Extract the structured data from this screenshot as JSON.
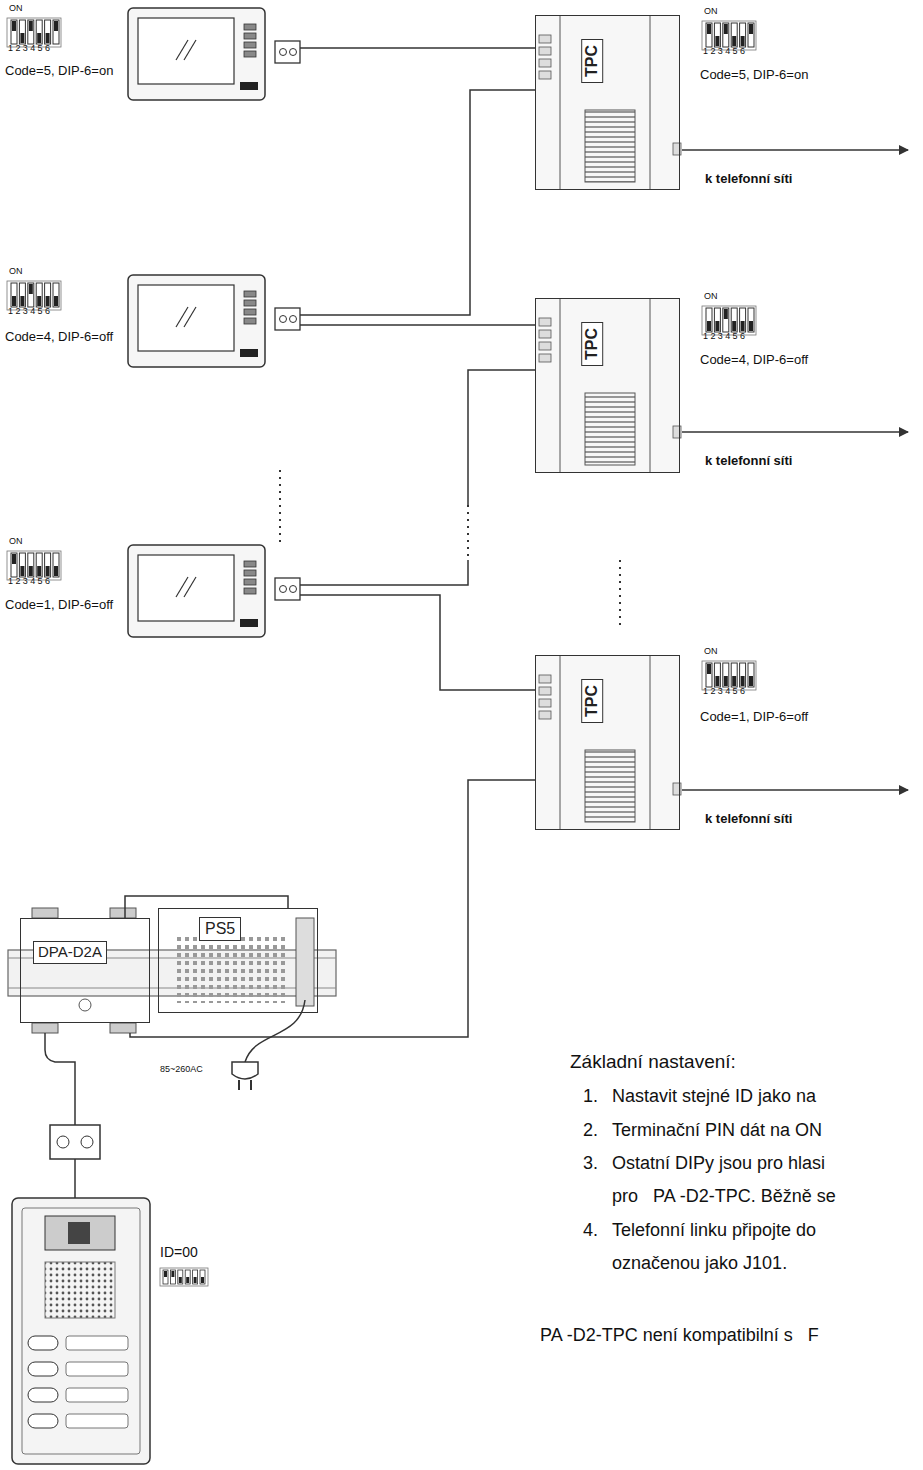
{
  "diagram": {
    "nodes": [
      {
        "text": [
          "TPC"
        ]
      },
      {
        "text": [
          "TPC"
        ]
      },
      {
        "text": [
          "TPC"
        ]
      },
      {
        "text": [
          "DPA-D2A"
        ]
      },
      {
        "text": [
          "PS5"
        ]
      }
    ],
    "edges": [
      {
        "from": 3,
        "to": 2,
        "arrow": "none"
      },
      {
        "from": 4,
        "to": 3,
        "arrow": "none"
      }
    ],
    "labels": [
      "ON",
      "123456",
      "Code=5, DIP-6=on",
      "ON",
      "123456",
      "Code=5, DIP-6=on",
      "k telefonní síti",
      "ON",
      "123456",
      "Code=4, DIP-6=off",
      "ON",
      "123456",
      "Code=4, DIP-6=off",
      "k telefonní síti",
      "ON",
      "123456",
      "Code=1, DIP-6=off",
      "ON",
      "123456",
      "Code=1, DIP-6=off",
      "k telefonní síti",
      "85~260AC",
      "ID=00",
      "Základní nastavení:",
      "1.",
      "Nastavit stejné ID jako na",
      "2.",
      "Terminační PIN dát na ON",
      "3.",
      "Ostatní DIPy jsou pro hlasi",
      "pro   PA -D2-TPC. Běžně se",
      "4.",
      "Telefonní linku připojte do",
      "označenou jako J101.",
      "PA -D2-TPC není kompatibilní s   F"
    ]
  }
}
